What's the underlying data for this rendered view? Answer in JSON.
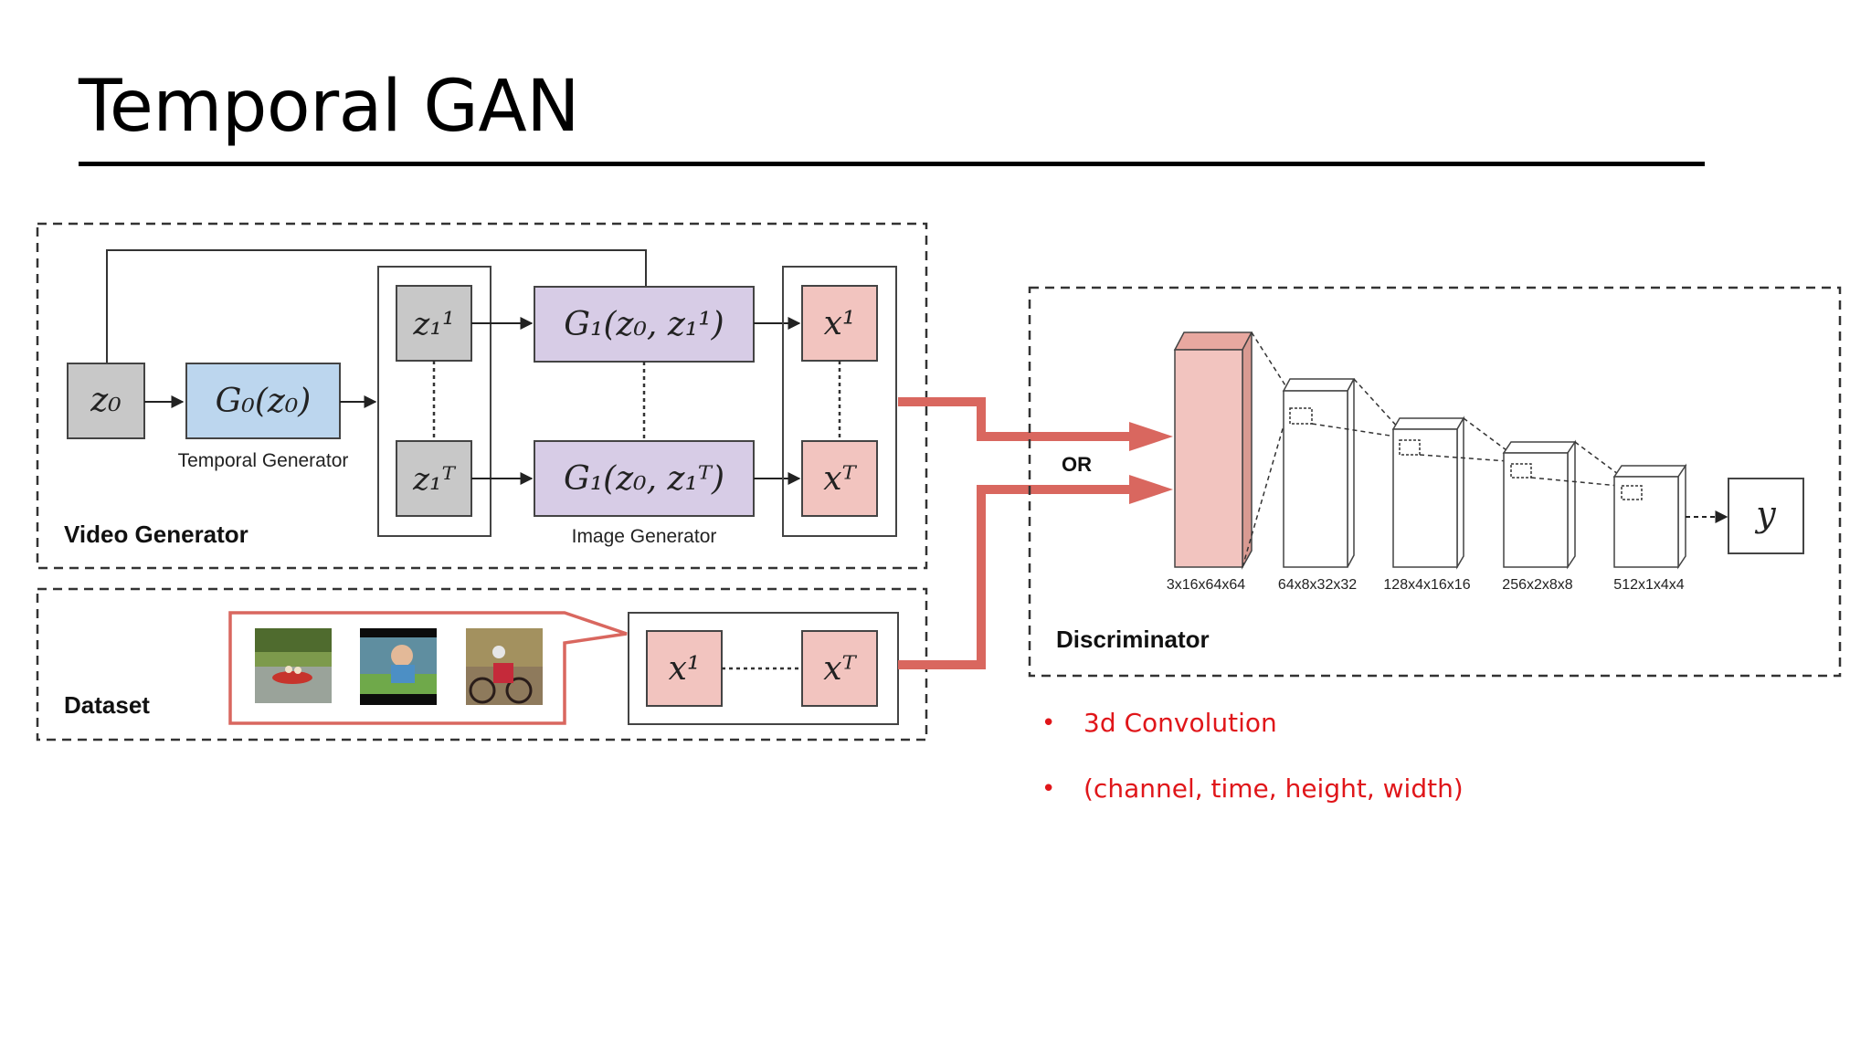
{
  "slide": {
    "title": "Temporal GAN"
  },
  "video_generator": {
    "label": "Video Generator",
    "z0": "z₀",
    "g0": "G₀(z₀)",
    "temporal_label": "Temporal Generator",
    "z1_first": "z₁¹",
    "z1_last": "z₁ᵀ",
    "g1_first": "G₁(z₀, z₁¹)",
    "g1_last": "G₁(z₀, z₁ᵀ)",
    "image_label": "Image Generator",
    "x_first": "x¹",
    "x_last": "xᵀ"
  },
  "dataset": {
    "label": "Dataset",
    "x_first": "x¹",
    "x_last": "xᵀ"
  },
  "or_label": "OR",
  "discriminator": {
    "label": "Discriminator",
    "layers": [
      "3x16x64x64",
      "64x8x32x32",
      "128x4x16x16",
      "256x2x8x8",
      "512x1x4x4"
    ],
    "output": "y"
  },
  "bullets": [
    "3d Convolution",
    "(channel, time, height, width)"
  ],
  "colors": {
    "gray_box": "#c8c8c8",
    "blue_box": "#bcd6ee",
    "purple_box": "#d7cce6",
    "pink_box": "#f2c4bf",
    "red_arrow": "#d9675f",
    "bullet_text": "#e0161a"
  }
}
